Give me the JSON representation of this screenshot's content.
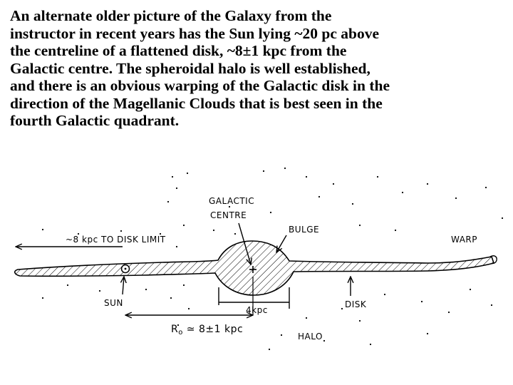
{
  "caption": {
    "lines": [
      "An alternate older picture of the Galaxy from the",
      "instructor in recent years has the Sun lying ~20 pc above",
      "the centreline of a flattened disk, ~8±1 kpc from the",
      "Galactic centre. The spheroidal halo is well established,",
      "and there is an obvious warping of the Galactic disk in the",
      "direction of the Magellanic Clouds that is best seen in the",
      "fourth Galactic quadrant."
    ]
  },
  "diagram": {
    "labels": {
      "galactic_centre_line1": "GALACTIC",
      "galactic_centre_line2": "CENTRE",
      "bulge": "BULGE",
      "warp": "WARP",
      "disk_limit": "~8 kpc TO DISK LIMIT",
      "sun": "SUN",
      "disk": "DISK",
      "bulge_width": "4kpc",
      "sun_distance_prefix": "R",
      "sun_distance_subscript": "o",
      "sun_distance_value": " ≃ 8±1 kpc",
      "halo": "HALO"
    }
  }
}
